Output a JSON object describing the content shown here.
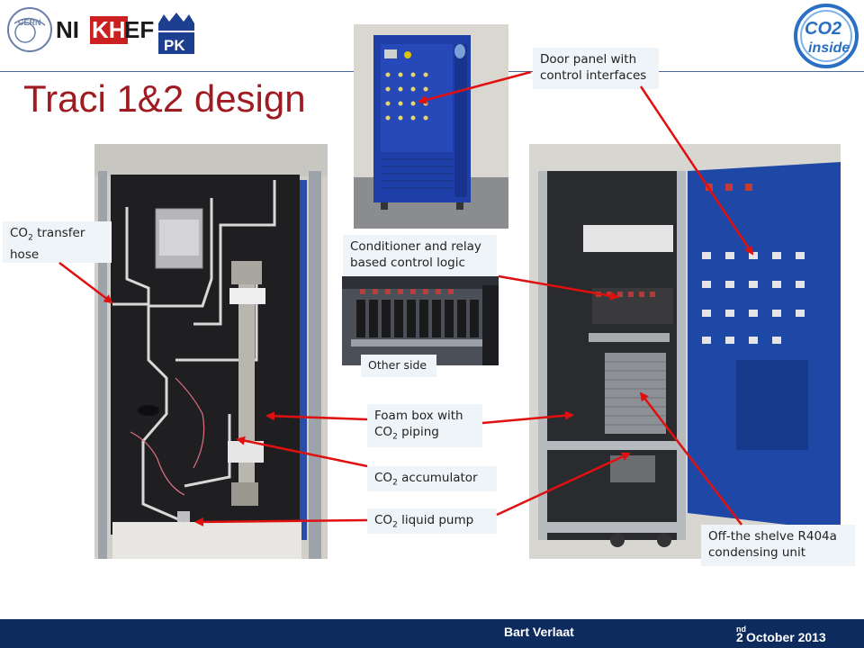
{
  "header": {
    "logo_cern": "CERN",
    "logo_nikhef_1": "NI",
    "logo_nikhef_kh": "KH",
    "logo_nikhef_2": "EF",
    "logo_pk": "PK",
    "logo_co2": "CO2",
    "logo_inside": "inside"
  },
  "slide": {
    "title": "Traci 1&2 design"
  },
  "callouts": {
    "door_panel_line1": "Door panel with",
    "door_panel_line2": "control interfaces",
    "co2_transfer_prefix": "CO",
    "co2_transfer_sub": "2",
    "co2_transfer_line1_rest": " transfer",
    "co2_transfer_line2": "hose",
    "conditioner_line1": "Conditioner and relay",
    "conditioner_line2": "based control logic",
    "other_side": "Other side",
    "foam_line1": "Foam box with",
    "foam_prefix": "CO",
    "foam_sub": "2",
    "foam_rest": " piping",
    "accum_prefix": "CO",
    "accum_sub": "2",
    "accum_rest": " accumulator",
    "pump_prefix": "CO",
    "pump_sub": "2",
    "pump_rest": " liquid pump",
    "offshelf_line1": "Off-the shelve R404a",
    "offshelf_line2": "condensing unit"
  },
  "footer": {
    "author": "Bart Verlaat",
    "date_num": "2",
    "date_sup": "nd",
    "date_rest": " October 2013"
  },
  "colors": {
    "title": "#a01a22",
    "arrow": "#e01010",
    "footer_bg": "#0d2b5c",
    "callout_bg": "#eef4f8"
  }
}
